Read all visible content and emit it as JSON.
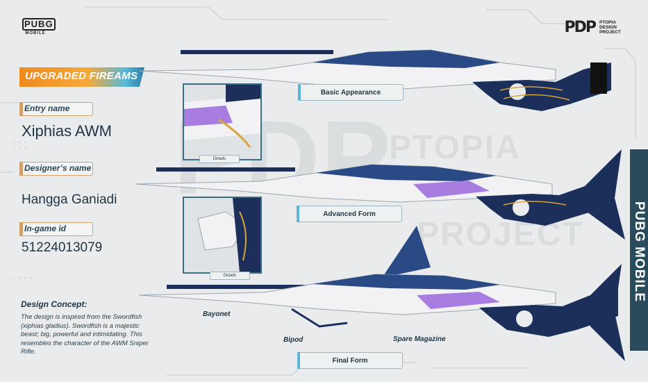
{
  "logos": {
    "pubg_big": "PUBG",
    "pubg_small": "MOBILE",
    "pdp_mark": "PDP",
    "pdp_text": "PTOPIA DESIGN PROJECT"
  },
  "banner": "UPGRADED FIREAMS",
  "entry": {
    "label": "Entry name",
    "value": "Xiphias AWM"
  },
  "designer": {
    "label": "Designer’s name",
    "value": "Hangga Ganiadi"
  },
  "ingame": {
    "label": "In-game id",
    "value": "51224013079"
  },
  "concept": {
    "title": "Design Concept:",
    "body": "The design is inspired from the Swordfish (xiphias gladius). Swordfish is a majestic beast; big, powerful and intimidating. This resembles the character of the AWM Sniper Rifle."
  },
  "forms": {
    "basic": "Basic Appearance",
    "advanced": "Advanced Form",
    "final": "Final Form"
  },
  "details": {
    "label1": "Details",
    "label2": "Details"
  },
  "callouts": {
    "bayonet": "Bayonet",
    "bipod": "Bipod",
    "spare": "Spare Magazine"
  },
  "watermark": {
    "letters": "PDP",
    "word1": "PTOPIA",
    "word2": "PROJECT"
  },
  "side_strip": "PUBG MOBILE",
  "colors": {
    "navy": "#1b2f5a",
    "silver": "#f2f2f4",
    "gold": "#d6a63a",
    "purple": "#a77ee0",
    "accent_cyan": "#5bb5d4",
    "accent_orange": "#f08a1e"
  }
}
